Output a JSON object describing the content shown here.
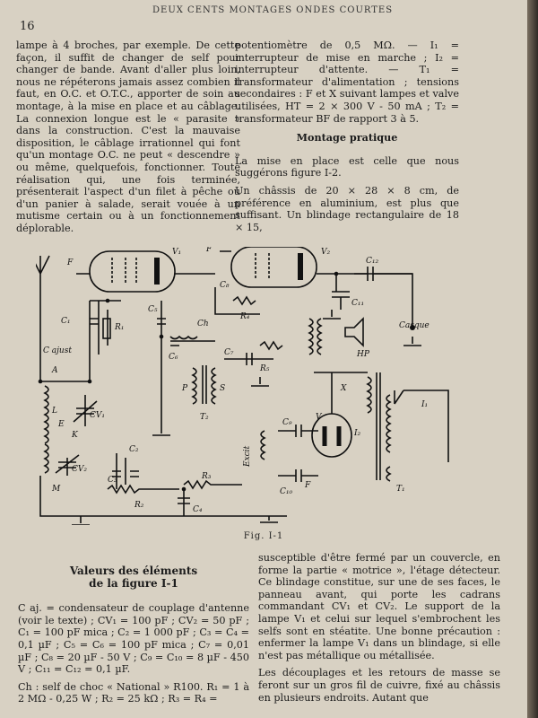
{
  "header": {
    "page_number": "16",
    "running_title": "DEUX CENTS MONTAGES ONDES COURTES"
  },
  "column1": [
    "lampe à 4 broches, par exemple. De cette façon, il suffit de changer de self pour changer de bande. Avant d'aller plus loin, nous ne répéterons jamais assez combien il faut, en O.C. et O.T.C., apporter de soin au montage, à la mise en place et au câblage. La connexion longue est le « parasite » dans la construction. C'est la mauvaise disposition, le câblage irrationnel qui font qu'un montage O.C. ne peut « descendre » ou même, quelquefois, fonctionner. Toute réalisation qui, une fois terminée, présenterait l'aspect d'un filet à pêche ou d'un panier à salade, serait vouée à un mutisme certain ou à un fonctionnement déplorable."
  ],
  "column2": {
    "top": "potentiomètre de 0,5 MΩ. — I₁ = interrupteur de mise en marche ; I₂ = interrupteur d'attente. — T₁ = transformateur d'alimentation ; tensions secondaires : F et X suivant lampes et valve utilisées, HT = 2 × 300 V - 50 mA ; T₂ = transformateur BF de rapport 3 à 5.",
    "subheading": "Montage pratique",
    "paragraphs": [
      "La mise en place est celle que nous suggérons figure I-2.",
      "Un châssis de 20 × 28 × 8 cm, de préférence en aluminium, est plus que suffisant. Un blindage rectangulaire de 18 × 15,"
    ]
  },
  "figure": {
    "caption": "Fig. I-1",
    "labels": {
      "v1": "V₁",
      "v2": "V₂",
      "f_left": "F",
      "f_mid": "F",
      "f_bottom": "F",
      "c_ajust": "C ajust",
      "a": "A",
      "l": "L",
      "e": "E",
      "k": "K",
      "m": "M",
      "cv1": "CV₁",
      "cv2": "CV₂",
      "c1": "C₁",
      "r1": "R₁",
      "c2": "C₂",
      "c3": "C₃",
      "r2": "R₂",
      "r3": "R₃",
      "c4": "C₄",
      "c5": "C₅",
      "c6": "C₆",
      "c7": "C₇",
      "c8": "C₈",
      "r4": "R₄",
      "ch": "Ch",
      "r5": "R₅",
      "p": "P",
      "s": "S",
      "t2": "T₂",
      "c9": "C₉",
      "c10": "C₁₀",
      "c11": "C₁₁",
      "c12": "C₁₂",
      "casque": "Casque",
      "hp": "HP",
      "x": "X",
      "v": "V",
      "i1": "I₁",
      "i2": "I₂",
      "t1": "T₁",
      "excit": "Excit"
    }
  },
  "column3": {
    "heading_line1": "Valeurs des éléments",
    "heading_line2": "de la figure I-1",
    "paragraphs": [
      "C aj. = condensateur de couplage d'antenne (voir le texte) ; CV₁ = 100 pF ; CV₂ = 50 pF ; C₁ = 100 pF mica ; C₂ = 1 000 pF ; C₃ = C₄ = 0,1 µF ; C₅ = C₆ = 100 pF mica ; C₇ = 0,01 µF ; C₈ = 20 µF - 50 V ; C₉ = C₁₀ = 8 µF - 450 V ; C₁₁ = C₁₂ = 0,1 µF.",
      "Ch : self de choc « National » R100. R₁ = 1 à 2 MΩ - 0,25 W ; R₂ = 25 kΩ ; R₃ = R₄ ="
    ]
  },
  "column4": [
    "susceptible d'être fermé par un couvercle, en forme la partie « motrice », l'étage détecteur. Ce blindage constitue, sur une de ses faces, le panneau avant, qui porte les cadrans commandant CV₁ et CV₂. Le support de la lampe V₁ et celui sur lequel s'embrochent les selfs sont en stéatite. Une bonne précaution : enfermer la lampe V₁ dans un blindage, si elle n'est pas métallique ou métallisée.",
    "Les découplages et les retours de masse se feront sur un gros fil de cuivre, fixé au châssis en plusieurs endroits. Autant que"
  ]
}
